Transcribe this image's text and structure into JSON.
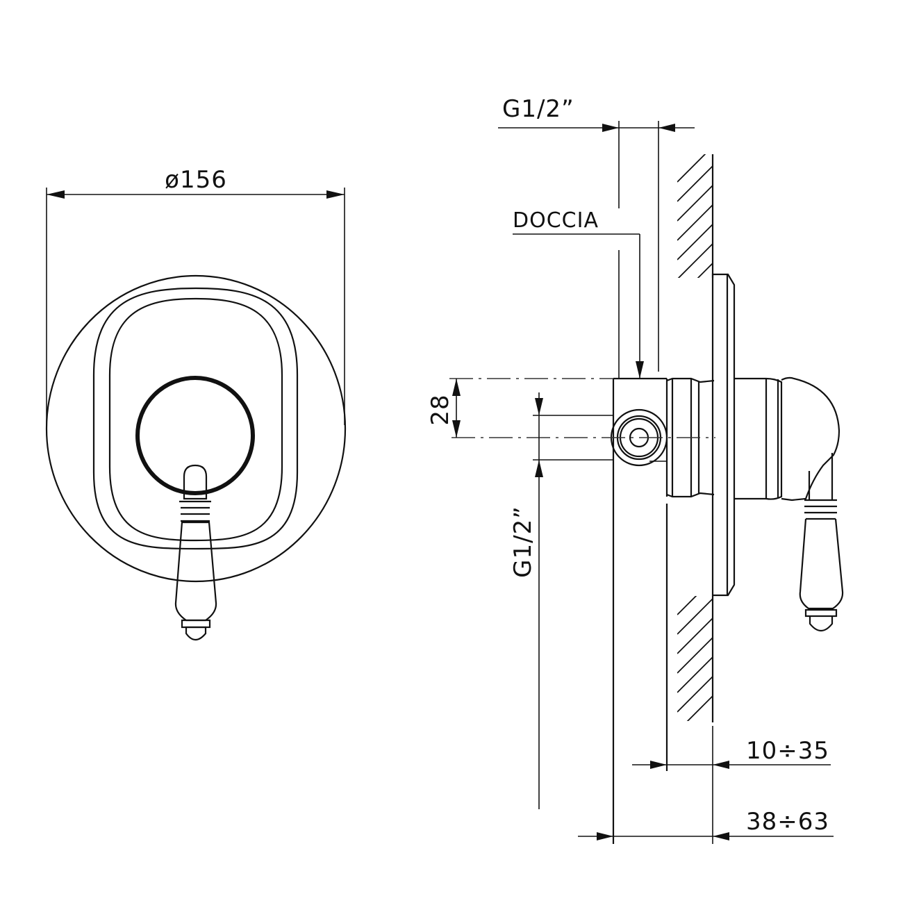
{
  "drawing": {
    "type": "technical-drawing",
    "subject": "concealed single-lever shower mixer with oval wall plate and lever handle",
    "units": "mm",
    "line_color": "#111111",
    "background": "#ffffff"
  },
  "front_view": {
    "diameter_label": "ø156"
  },
  "side_view": {
    "top_thread_label": "G1/2”",
    "outlet_label": "DOCCIA",
    "offset_label": "28",
    "bottom_thread_label": "G1/2”",
    "wall_depth_range_label": "10÷35",
    "body_depth_range_label": "38÷63"
  }
}
